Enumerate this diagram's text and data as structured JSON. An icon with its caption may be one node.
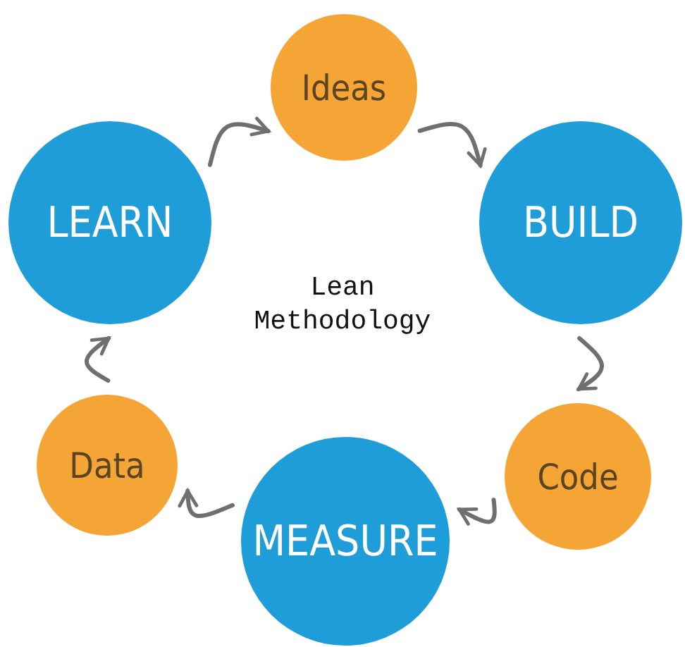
{
  "diagram": {
    "nodes": [
      {
        "text": [
          "Ideas"
        ]
      },
      {
        "text": [
          "BUILD"
        ]
      },
      {
        "text": [
          "Code"
        ]
      },
      {
        "text": [
          "MEASURE"
        ]
      },
      {
        "text": [
          "Data"
        ]
      },
      {
        "text": [
          "LEARN"
        ]
      }
    ],
    "edges": [
      {
        "from": 0,
        "to": 1,
        "arrow": "to"
      },
      {
        "from": 1,
        "to": 2,
        "arrow": "to"
      },
      {
        "from": 2,
        "to": 3,
        "arrow": "to"
      },
      {
        "from": 3,
        "to": 4,
        "arrow": "to"
      },
      {
        "from": 4,
        "to": 5,
        "arrow": "to"
      },
      {
        "from": 5,
        "to": 0,
        "arrow": "to"
      }
    ],
    "labels": [
      "Lean Methodology"
    ]
  }
}
